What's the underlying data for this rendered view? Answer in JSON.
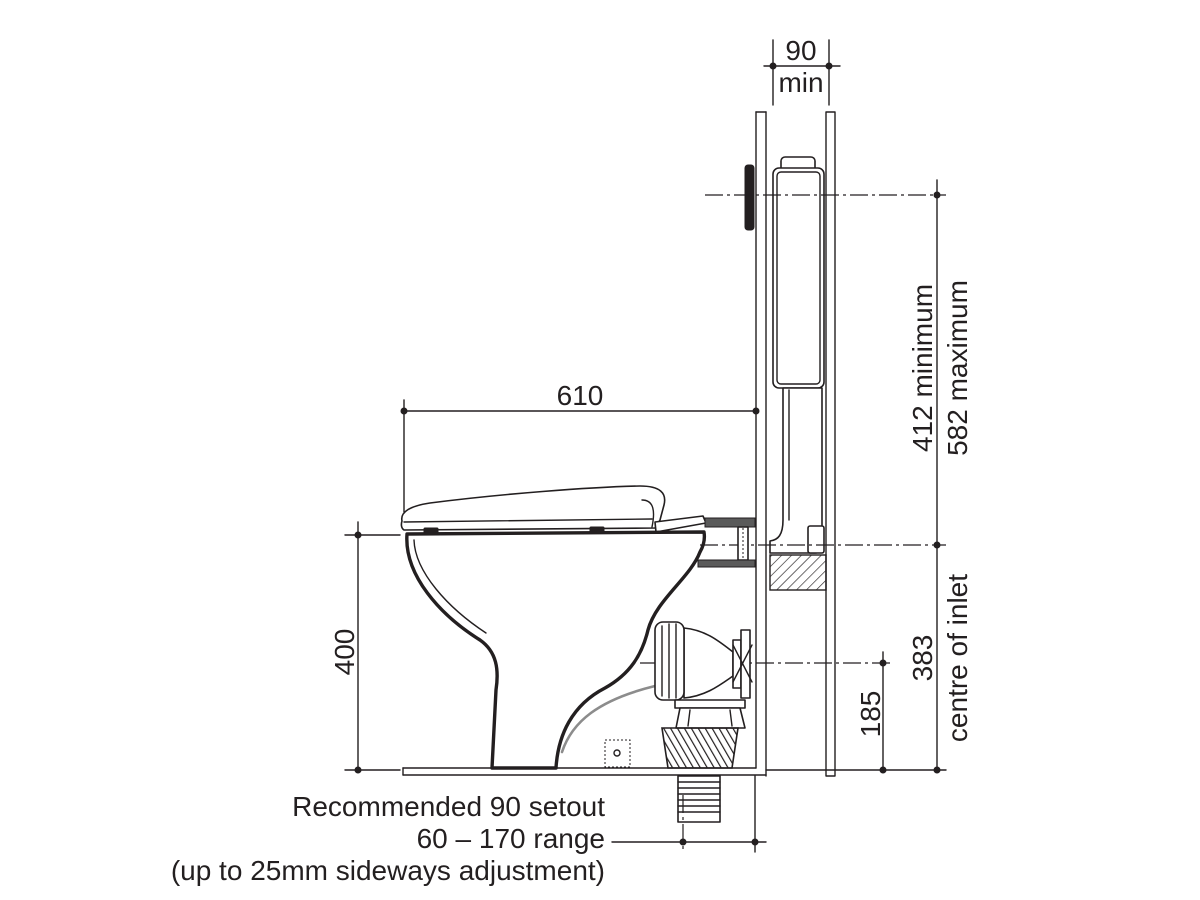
{
  "dimensions": {
    "wall_cavity": {
      "value": "90",
      "qualifier": "min"
    },
    "overall_depth": {
      "value": "610"
    },
    "pan_height": {
      "value": "400"
    },
    "cistern_height": {
      "minimum": "412 minimum",
      "maximum": "582 maximum"
    },
    "inlet_height": {
      "value": "383",
      "label": "centre of inlet"
    },
    "outlet_height": {
      "value": "185"
    }
  },
  "setout_note": {
    "line1": "Recommended 90 setout",
    "line2": "60 – 170 range",
    "line3": "(up to 25mm sideways adjustment)"
  }
}
